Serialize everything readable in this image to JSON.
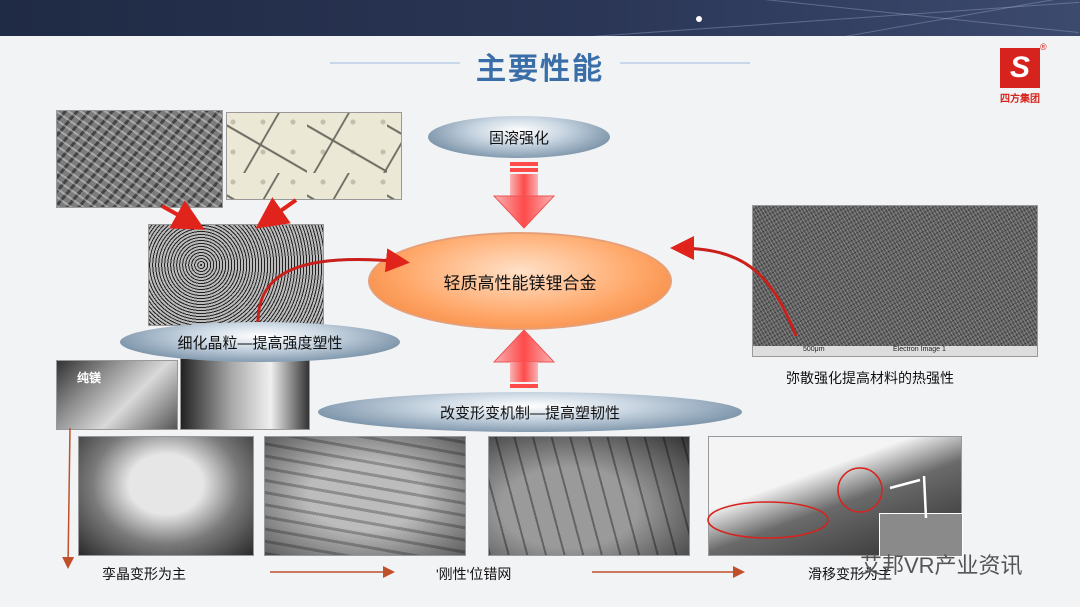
{
  "slide": {
    "title": "主要性能",
    "logo": {
      "name": "四方集团",
      "glyph": "S",
      "reg": "®"
    },
    "center": "轻质高性能镁锂合金",
    "top_pill": "固溶强化",
    "left_pill": "细化晶粒—提高强度塑性",
    "bottom_pill": "改变形变机制—提高塑韧性",
    "right_caption": "弥散强化提高材料的热强性",
    "pure_mg_label": "纯镁",
    "sem_scale": "500μm",
    "sem_caption": "Electron Image 1",
    "bottom_captions": [
      "孪晶变形为主",
      "'刚性'位错网",
      "滑移变形为主"
    ],
    "watermark": "艾邦VR产业资讯"
  },
  "colors": {
    "accent_red": "#d7231d",
    "title_blue": "#3a6ea8",
    "core_orange": "#f07b2f"
  }
}
